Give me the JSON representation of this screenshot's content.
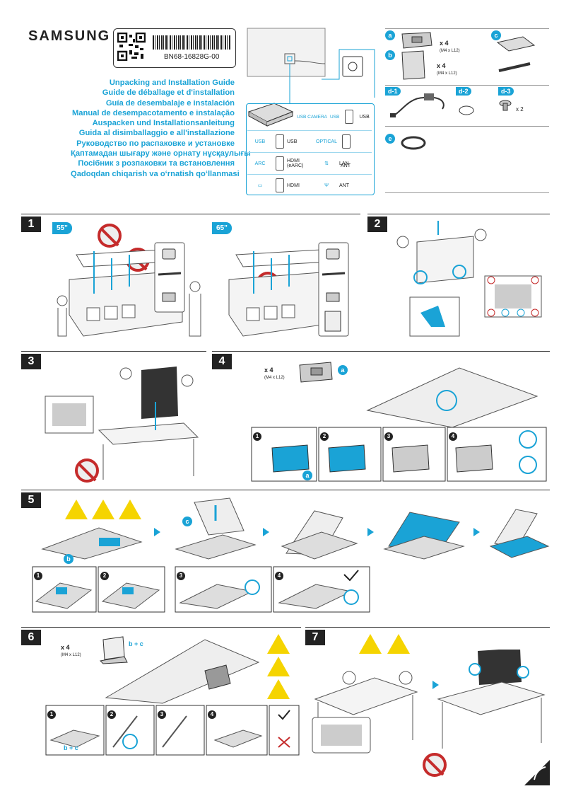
{
  "brand": "SAMSUNG",
  "part_number": "BN68-16828G-00",
  "titles": [
    "Unpacking and Installation Guide",
    "Guide de déballage et d'installation",
    "Guía de desembalaje e instalación",
    "Manual de desempacotamento e instalação",
    "Auspacken und Installationsanleitung",
    "Guida al disimballaggio e all'installazione",
    "Руководство по распаковке и установке",
    "Қаптамадан шығару және орнату нұсқаулығы",
    "Посібник з розпаковки та встановлення",
    "Qadoqdan chiqarish va oʻrnatish qoʻllanmasi"
  ],
  "connectors": {
    "top": {
      "usb_camera": "USB CAMERA",
      "usb": "USB",
      "usb_port": "USB"
    },
    "rows": [
      {
        "left": "USB",
        "label": "USB",
        "mid": "OPTICAL",
        "right": ""
      },
      {
        "left": "ARC",
        "label": "HDMI (eARC)",
        "mid": "",
        "right": "LAN"
      },
      {
        "left": "",
        "label": "HDMI",
        "mid": "",
        "right": "ANT"
      }
    ]
  },
  "accessories": {
    "a": {
      "letter": "a",
      "screw_qty": "x 4",
      "screw_spec": "(M4 x L12)"
    },
    "b": {
      "letter": "b",
      "screw_qty": "x 4",
      "screw_spec": "(M4 x L12)"
    },
    "c": {
      "letter": "c"
    },
    "d1": "d-1",
    "d2": "d-2",
    "d3": "d-3",
    "d3_qty": "x 2",
    "e": {
      "letter": "e"
    }
  },
  "steps": {
    "s1": {
      "num": "1",
      "size_a": "55\"",
      "size_b": "65\""
    },
    "s2": {
      "num": "2"
    },
    "s3": {
      "num": "3"
    },
    "s4": {
      "num": "4",
      "screw_qty": "x 4",
      "screw_spec": "(M4 x L12)",
      "part": "a",
      "sub": [
        "1",
        "2",
        "3",
        "4"
      ],
      "sub_part": "a"
    },
    "s5": {
      "num": "5",
      "part_b": "b",
      "part_c": "c",
      "sub": [
        "1",
        "2",
        "3",
        "4"
      ]
    },
    "s6": {
      "num": "6",
      "screw_qty": "x 4",
      "screw_spec": "(M4 x L12)",
      "parts": "b + c",
      "sub": [
        "1",
        "2",
        "3",
        "4"
      ],
      "sub_parts": "b + c"
    },
    "s7": {
      "num": "7"
    }
  },
  "colors": {
    "accent": "#1aa3d6",
    "warning": "#f5d400",
    "prohibit": "#c52b2b",
    "dark": "#222222"
  }
}
